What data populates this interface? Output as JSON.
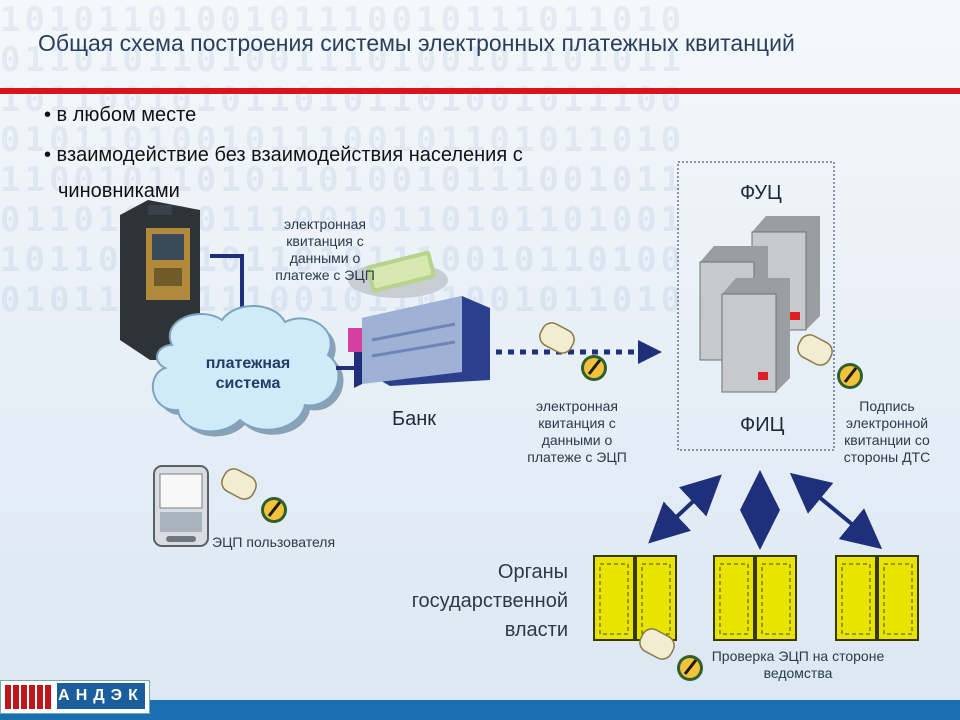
{
  "title": "Общая схема построения системы электронных платежных квитанций",
  "bullets": [
    "• в любом месте",
    "• взаимодействие без взаимодействия населения с",
    "чиновниками"
  ],
  "nodes": {
    "payment_system": [
      "платежная",
      "система"
    ],
    "bank": "Банк",
    "fuc": "ФУЦ",
    "fic": "ФИЦ",
    "gov": [
      "Органы",
      "государственной",
      "власти"
    ]
  },
  "labels": {
    "receipt_top": [
      "электронная",
      "квитанция с",
      "данными о",
      "платеже с ЭЦП"
    ],
    "receipt_mid": [
      "электронная",
      "квитанция с",
      "данными о",
      "платеже с ЭЦП"
    ],
    "signature": [
      "Подпись",
      "электронной",
      "квитанции со",
      "стороны ДТС"
    ],
    "user_eds": "ЭЦП пользователя",
    "check_eds": [
      "Проверка ЭЦП на стороне",
      "ведомства"
    ]
  },
  "logo": "АНДЭК",
  "colors": {
    "accent": "#d8141b",
    "arrow": "#1f2f7a",
    "brand": "#1b5e9c"
  }
}
